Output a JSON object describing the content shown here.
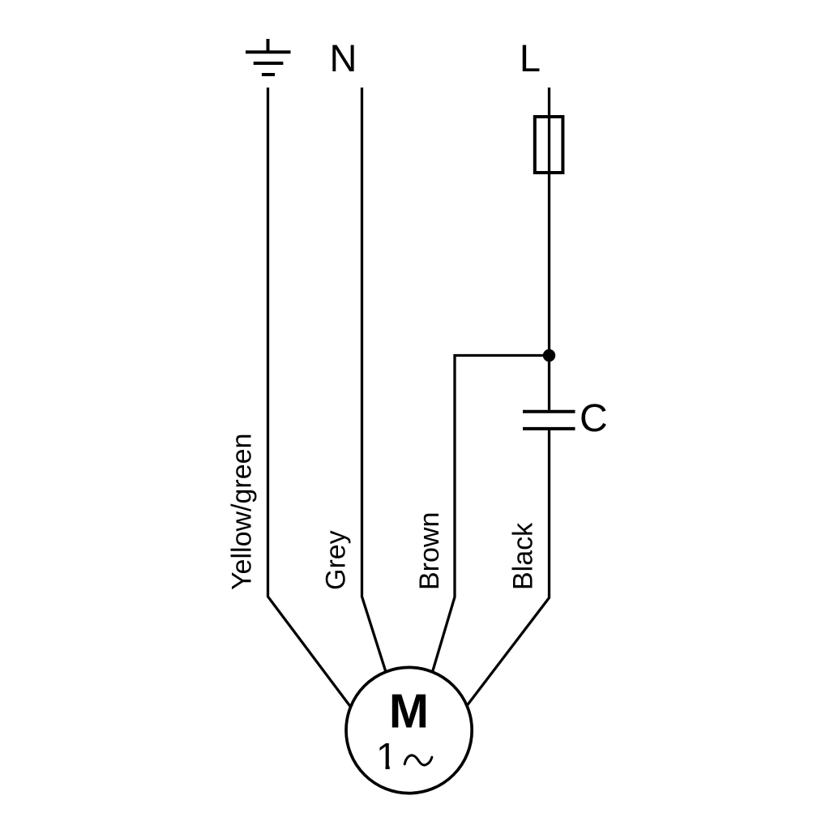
{
  "diagram": {
    "terminals": {
      "neutral_label": "N",
      "line_label": "L"
    },
    "capacitor_label": "C",
    "motor": {
      "letter": "M",
      "phase_number": "1",
      "phase_symbol": "∼"
    },
    "wire_labels": {
      "earth": "Yellow/green",
      "neutral": "Grey",
      "main_winding": "Brown",
      "aux_winding": "Black"
    },
    "colors": {
      "ink": "#000000",
      "background": "#ffffff"
    }
  }
}
